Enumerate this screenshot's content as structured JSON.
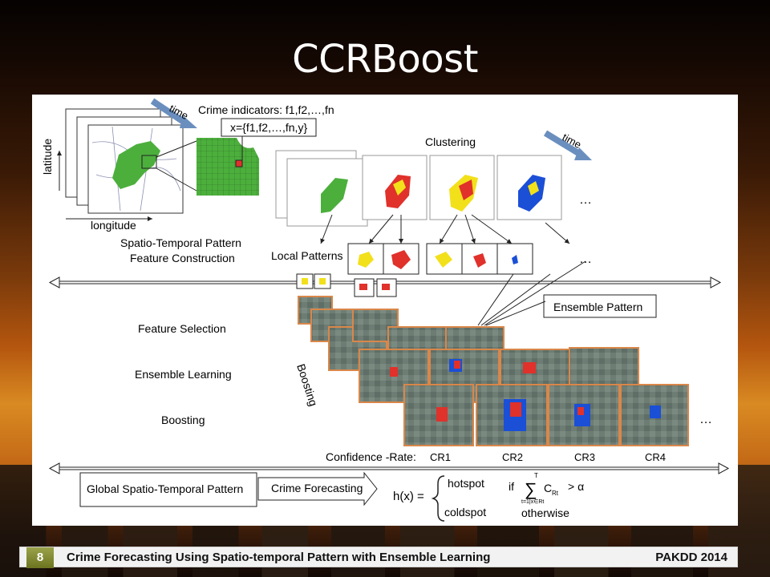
{
  "slide": {
    "title": "CCRBoost",
    "number": "8",
    "footer_title": "Crime Forecasting Using Spatio-temporal Pattern with Ensemble Learning",
    "footer_conference": "PAKDD 2014"
  },
  "diagram": {
    "time_label": "time",
    "crime_indicators": "Crime indicators: f1,f2,…,fn",
    "feature_vector": "x={f1,f2,…,fn,y}",
    "latitude": "latitude",
    "longitude": "longitude",
    "clustering": "Clustering",
    "time_label_2": "time",
    "ellipsis": "…",
    "stp_line1": "Spatio-Temporal Pattern",
    "stp_line2": "Feature Construction",
    "local_patterns": "Local Patterns",
    "ensemble_pattern": "Ensemble Pattern",
    "feature_selection": "Feature Selection",
    "ensemble_learning": "Ensemble Learning",
    "boosting": "Boosting",
    "boosting_vertical": "Boosting",
    "confidence_rate": "Confidence -Rate:",
    "cr1": "CR1",
    "cr2": "CR2",
    "cr3": "CR3",
    "cr4": "CR4",
    "global_pattern": "Global Spatio-Temporal Pattern",
    "crime_forecasting": "Crime Forecasting",
    "formula_lhs": "h(x) =",
    "hotspot": "hotspot",
    "coldspot": "coldspot",
    "if_label": "if",
    "sum_upper": "T",
    "sum_lower": "t=1|x∈Rt",
    "c_r": "C",
    "c_r_sub": "Rt",
    "gt_alpha": "> α",
    "otherwise": "otherwise"
  },
  "colors": {
    "green": "#4caf3c",
    "red": "#e0312b",
    "yellow": "#f2e01b",
    "blue": "#1b4fd6",
    "orange_border": "#d9874a",
    "satellite": "#6f7e77"
  }
}
